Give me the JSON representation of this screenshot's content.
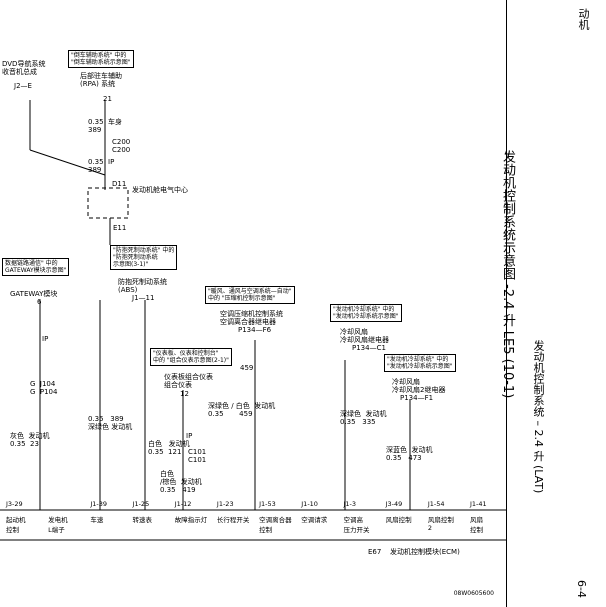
{
  "titles": {
    "main": "发动机控制系统示意图 -2.4 升 LE5 (10-1)",
    "side": "发动机控制系统 – 2.4 升 (LAT)",
    "edge_top": "动机",
    "page_num": "6-4"
  },
  "modules": {
    "rpa_ref": "\"倒车辅助系统\" 中的\n\"倒车辅助系统示意图\"",
    "rpa_name": "后部驻车辅助\n(RPA) 系统",
    "rpa_pin": "21",
    "dvd_name": "DVD导航系统\n收音机总成",
    "dvd_pin": "J2—E",
    "eng_center": "发动机舱电气中心",
    "d11": "D11",
    "e11": "E11",
    "gateway_ref": "数据链路通信\" 中的\nGATEWAY模块示意图\"",
    "gateway_name": "GATEWAY模块",
    "gateway_pin": "6",
    "abs_ref": "\"防抱死制动系统\" 中的\n\"防抱死制动系统\n示意图(3-1)\"",
    "abs_name": "防抱死制动系统\n(ABS)",
    "abs_pin": "J1—11",
    "ac_ref": "\"暖风、通风与空调系统—自动\"\n中的 \"压缩机控制示意图\"",
    "ac_name": "空调压缩机控制系统\n空调离合器继电器",
    "ac_pin": "P134—F6",
    "cluster_ref": "\"仪表板、仪表和控制台\"\n中的 \"组合仪表示意图(2-1)\"",
    "cluster_name": "仪表板组合仪表\n组合仪表",
    "cluster_pin": "12",
    "fan1_ref": "\"发动机冷却系统\" 中的\n\"发动机冷却系统示意图\"",
    "fan1_name": "冷却风扇\n冷却风扇继电器",
    "fan1_pin": "P134—C1",
    "fan2_ref": "\"发动机冷却系统\" 中的\n\"发动机冷却系统示意图\"",
    "fan2_name": "冷却风扇\n冷却风扇2继电器",
    "fan2_pin": "P134—F1",
    "ecm": "发动机控制模块(ECM)",
    "ecm_conn": "E67"
  },
  "wires": {
    "w_rpa": "0.35  车身\n389",
    "c200": "C200",
    "c200b": "C200",
    "w_ip": "0.35  IP\n389",
    "ip_gw": "IP",
    "j104": "G  J104\nG  P104",
    "w_gray": "灰色  发动机\n0.35  23",
    "w_abs": "0.35   389\n深绿色 发动机",
    "ip_cl": "IP",
    "c101": "C101",
    "c101b": "C101",
    "w_white": "白色   发动机\n0.35  121",
    "w_white_brown": "白色\n/棕色  发动机\n0.35   419",
    "w_dg_white": "深绿色 / 白色  发动机\n0.35       459",
    "n459": "459",
    "w_dg": "深绿色  发动机\n0.35   335",
    "w_db": "深蓝色  发动机\n0.35   473"
  },
  "ecm_pins": [
    {
      "pin": "J3-29",
      "func": "起动机\n控制"
    },
    {
      "pin": "",
      "func": "发电机\nL端子"
    },
    {
      "pin": "J1-39",
      "func": "车速"
    },
    {
      "pin": "J1-25",
      "func": "转速表"
    },
    {
      "pin": "J1-12",
      "func": "故障指示灯"
    },
    {
      "pin": "J1-23",
      "func": "长行程开关"
    },
    {
      "pin": "J1-53",
      "func": "空调离合器\n控制"
    },
    {
      "pin": "J1-10",
      "func": "空调请求"
    },
    {
      "pin": "J1-3",
      "func": "空调高\n压力开关"
    },
    {
      "pin": "J3-49",
      "func": "风扇控制"
    },
    {
      "pin": "J1-54",
      "func": "风扇控制\n2"
    },
    {
      "pin": "J1-41",
      "func": "风扇\n控制"
    }
  ],
  "doc_code": "08W0605600"
}
